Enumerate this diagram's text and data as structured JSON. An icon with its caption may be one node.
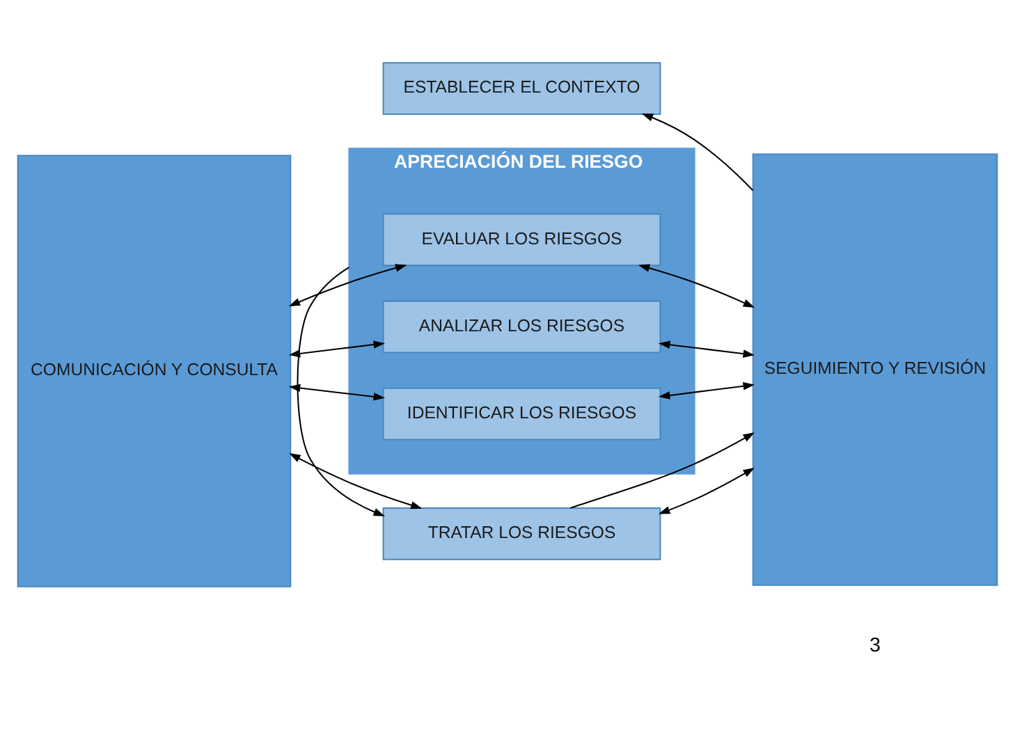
{
  "diagram": {
    "nodes": [
      {
        "text": [
          "ESTABLECER EL CONTEXTO"
        ]
      },
      {
        "text": [
          "COMUNICACIÓN Y CONSULTA"
        ]
      },
      {
        "text": [
          "APRECIACIÓN DEL RIESGO"
        ]
      },
      {
        "text": [
          "IDENTIFICAR LOS RIESGOS"
        ],
        "in": 2
      },
      {
        "text": [
          "ANALIZAR LOS RIESGOS"
        ],
        "in": 2
      },
      {
        "text": [
          "EVALUAR LOS RIESGOS"
        ],
        "in": 2
      },
      {
        "text": [
          "SEGUIMIENTO Y REVISIÓN"
        ]
      },
      {
        "text": [
          "TRATAR LOS RIESGOS"
        ]
      }
    ],
    "edges": [
      {
        "from": 1,
        "to": 3,
        "arrow": "both"
      },
      {
        "from": 3,
        "to": 6,
        "arrow": "both"
      },
      {
        "from": 1,
        "to": 4,
        "arrow": "both"
      },
      {
        "from": 4,
        "to": 6,
        "arrow": "both"
      },
      {
        "from": 1,
        "to": 5,
        "arrow": "both"
      },
      {
        "from": 5,
        "to": 6,
        "arrow": "both"
      },
      {
        "from": 2,
        "to": 7,
        "arrow": "to"
      },
      {
        "from": 1,
        "to": 7,
        "arrow": "both"
      },
      {
        "from": 7,
        "to": 6,
        "arrow": "both"
      },
      {
        "from": 7,
        "to": 6,
        "arrow": "to"
      },
      {
        "from": 6,
        "to": 0,
        "arrow": "to"
      }
    ],
    "labels": [
      "3"
    ]
  }
}
